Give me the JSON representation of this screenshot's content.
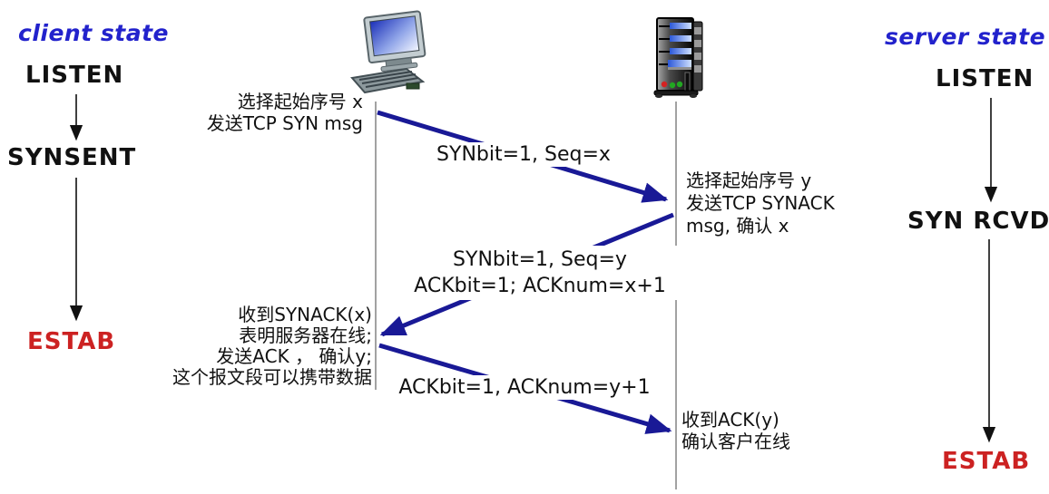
{
  "colors": {
    "header_blue": "#2222cc",
    "state_red": "#cc2222",
    "message_arrow_navy": "#191996",
    "state_arrow_black": "#111111",
    "lifeline_gray": "#8a8a8a"
  },
  "client": {
    "header": "client state",
    "states": {
      "listen": "LISTEN",
      "synsent": "SYNSENT",
      "estab": "ESTAB"
    },
    "icon": "desktop-computer-icon"
  },
  "server": {
    "header": "server state",
    "states": {
      "listen": "LISTEN",
      "syn_rcvd": "SYN RCVD",
      "estab": "ESTAB"
    },
    "icon": "server-tower-icon"
  },
  "annotations": {
    "client_send_syn": {
      "lines": [
        "选择起始序号 x",
        "发送TCP SYN msg"
      ]
    },
    "server_on_syn": {
      "lines": [
        "选择起始序号 y",
        "发送TCP SYNACK",
        "msg, 确认 x"
      ]
    },
    "client_on_synack": {
      "lines": [
        "收到SYNACK(x)",
        "表明服务器在线;",
        "发送ACK ， 确认y;",
        "这个报文段可以携带数据"
      ]
    },
    "server_on_ack": {
      "lines": [
        "收到ACK(y)",
        "确认客户在线"
      ]
    }
  },
  "messages": {
    "syn": {
      "label": "SYNbit=1, Seq=x"
    },
    "synack": {
      "lines": [
        "SYNbit=1, Seq=y",
        "ACKbit=1; ACKnum=x+1"
      ]
    },
    "ack": {
      "label": "ACKbit=1, ACKnum=y+1"
    }
  }
}
